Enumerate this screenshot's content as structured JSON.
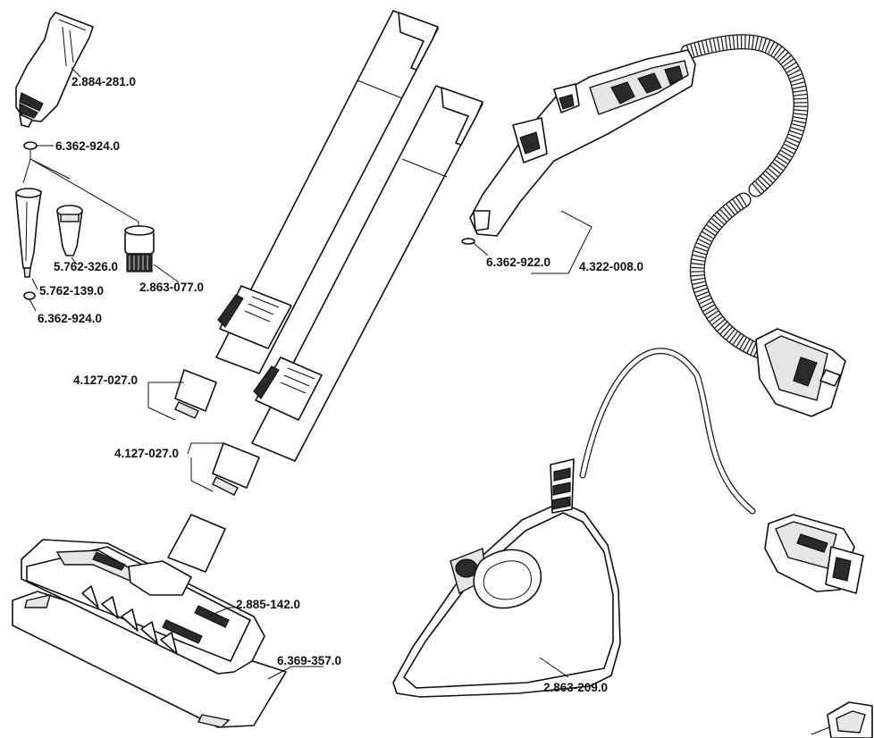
{
  "part_numbers": {
    "detail_nozzle": "2.884-281.0",
    "o_ring_top": "6.362-924.0",
    "round_brush_nozzle": "5.762-326.0",
    "power_nozzle": "5.762-139.0",
    "o_ring_bottom": "6.362-924.0",
    "round_brush_black": "2.863-077.0",
    "extension_tube_1": "4.127-027.0",
    "extension_tube_2": "4.127-027.0",
    "gun_o_ring": "6.362-922.0",
    "steam_hose": "4.322-008.0",
    "floor_tool": "2.885-142.0",
    "floor_cloth": "6.369-357.0",
    "steam_iron": "2.863-209.0"
  }
}
